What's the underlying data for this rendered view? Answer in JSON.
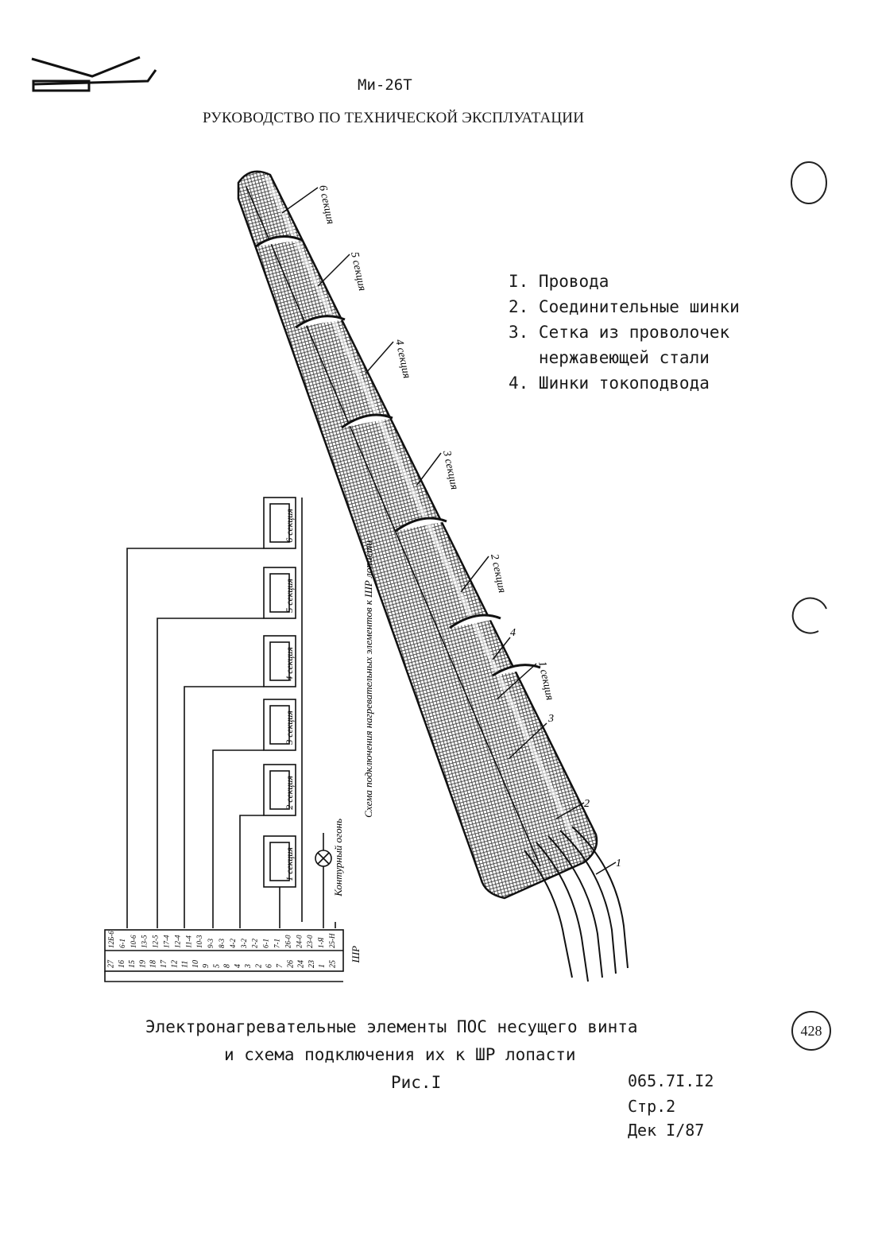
{
  "header": {
    "aircraft": "Ми-26Т",
    "manual_title": "РУКОВОДСТВО ПО ТЕХНИЧЕСКОЙ ЭКСПЛУАТАЦИИ"
  },
  "legend": {
    "items": [
      "I. Провода",
      "2. Соединительные шинки",
      "3. Сетка из проволочек",
      "   нержавеющей стали",
      "4. Шинки токоподвода"
    ]
  },
  "blade": {
    "sections": [
      "6 секция",
      "5 секция",
      "4 секция",
      "3 секция",
      "2 секция",
      "1 секция"
    ],
    "callouts": [
      "4",
      "3",
      "2",
      "1"
    ]
  },
  "schematic": {
    "title": "Схема подключения нагревательных элементов к ШР лопасти",
    "sections": [
      "6 секция",
      "5 секция",
      "4 секция",
      "3 секция",
      "2 секция",
      "1 секция"
    ],
    "lamp_label": "Контурный огонь",
    "connector_label": "ШР",
    "pins": [
      "27",
      "16",
      "15",
      "19",
      "18",
      "17",
      "12",
      "11",
      "10",
      "9",
      "5",
      "8",
      "4",
      "3",
      "2",
      "6",
      "7",
      "26",
      "24",
      "23",
      "1",
      "25"
    ],
    "wire_codes": [
      "12Б-6",
      "6-1",
      "10-6",
      "13-5",
      "12-5",
      "17-4",
      "12-4",
      "11-4",
      "10-3",
      "9-3",
      "8-3",
      "4-2",
      "3-2",
      "2-2",
      "6-1",
      "7-1",
      "26-0",
      "24-0",
      "23-0",
      "1-Я",
      "25-Н"
    ]
  },
  "caption": {
    "line1": "Электронагревательные элементы ПОС несущего винта",
    "line2": "и схема подключения их к ШР лопасти",
    "figure": "Рис.I"
  },
  "footer": {
    "doc_number": "065.7I.I2",
    "page": "Стр.2",
    "revision": "Дек I/87"
  },
  "stamp": {
    "number": "428"
  }
}
